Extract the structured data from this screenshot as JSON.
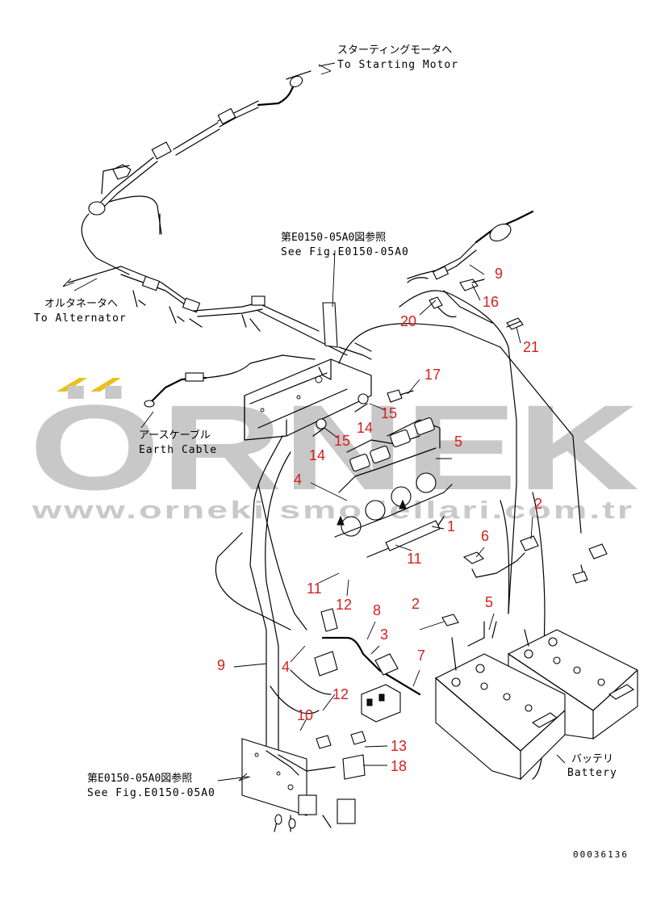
{
  "labels": {
    "starting_motor_jp": "スターティングモータへ",
    "starting_motor_en": "To Starting Motor",
    "alternator_jp": "オルタネータへ",
    "alternator_en": "To Alternator",
    "see_fig_top_jp": "第E0150-05A0図参照",
    "see_fig_top_en": "See Fig.E0150-05A0",
    "earth_cable_jp": "アースケーブル",
    "earth_cable_en": "Earth Cable",
    "see_fig_bottom_jp": "第E0150-05A0図参照",
    "see_fig_bottom_en": "See Fig.E0150-05A0",
    "battery_jp": "バッテリ",
    "battery_en": "Battery",
    "doc_number": "00036136"
  },
  "watermark": {
    "brand": "ÖRNEK",
    "url": "www.orneki smodellari.com.tr"
  },
  "callouts": [
    {
      "id": "c9a",
      "text": "9"
    },
    {
      "id": "c16",
      "text": "16"
    },
    {
      "id": "c20",
      "text": "20"
    },
    {
      "id": "c21",
      "text": "21"
    },
    {
      "id": "c17",
      "text": "17"
    },
    {
      "id": "c15a",
      "text": "15"
    },
    {
      "id": "c14a",
      "text": "14"
    },
    {
      "id": "c15b",
      "text": "15"
    },
    {
      "id": "c14b",
      "text": "14"
    },
    {
      "id": "c5a",
      "text": "5"
    },
    {
      "id": "c4a",
      "text": "4"
    },
    {
      "id": "c2a",
      "text": "2"
    },
    {
      "id": "c1",
      "text": "1"
    },
    {
      "id": "c6",
      "text": "6"
    },
    {
      "id": "c11a",
      "text": "11"
    },
    {
      "id": "c11b",
      "text": "11"
    },
    {
      "id": "c12a",
      "text": "12"
    },
    {
      "id": "c8",
      "text": "8"
    },
    {
      "id": "c2b",
      "text": "2"
    },
    {
      "id": "c5b",
      "text": "5"
    },
    {
      "id": "c3",
      "text": "3"
    },
    {
      "id": "c9b",
      "text": "9"
    },
    {
      "id": "c4b",
      "text": "4"
    },
    {
      "id": "c7",
      "text": "7"
    },
    {
      "id": "c12b",
      "text": "12"
    },
    {
      "id": "c10",
      "text": "10"
    },
    {
      "id": "c13",
      "text": "13"
    },
    {
      "id": "c18",
      "text": "18"
    }
  ],
  "colors": {
    "callout": "#d42020",
    "watermark": "#c8c8c8",
    "watermark_accent": "#e8c21a",
    "line": "#000000"
  }
}
